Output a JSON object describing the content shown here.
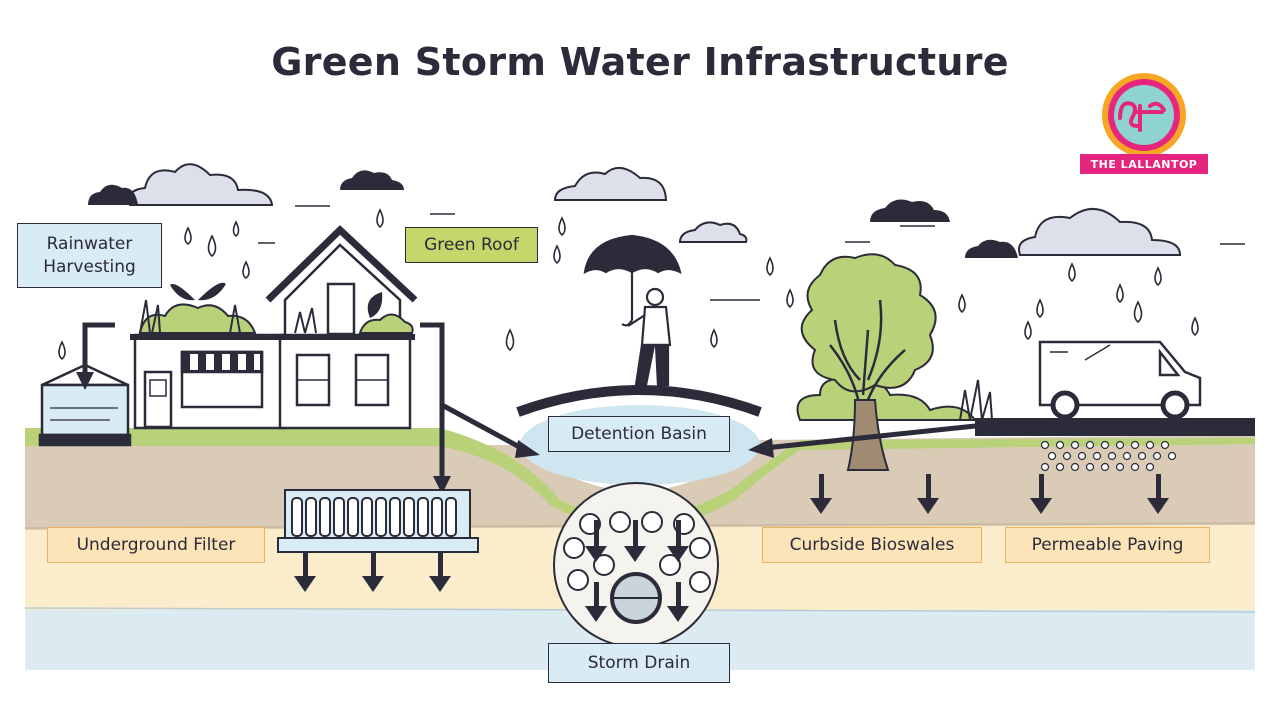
{
  "title": "Green Storm Water Infrastructure",
  "labels": {
    "rainwater_harvesting": "Rainwater Harvesting",
    "green_roof": "Green Roof",
    "detention_basin": "Detention Basin",
    "underground_filter": "Underground Filter",
    "curbside_bioswales": "Curbside Bioswales",
    "permeable_paving": "Permeable Paving",
    "storm_drain": "Storm Drain"
  },
  "logo": {
    "text": "THE LALLANTOP"
  },
  "colors": {
    "outline": "#2b2b3a",
    "label_blue": "#d9ebf5",
    "label_green": "#c5d66b",
    "label_orange": "#fde4b8",
    "soil_brown": "#d9cbb5",
    "sand": "#fbeccb",
    "groundwater": "#dcebf2",
    "grass": "#b9d27a",
    "logo_pink": "#e6267e"
  },
  "icons": [
    "cloud-icon",
    "raindrop-icon",
    "house-icon",
    "umbrella-person-icon",
    "tree-icon",
    "van-icon",
    "leaf-icon",
    "arrow-down-icon"
  ]
}
